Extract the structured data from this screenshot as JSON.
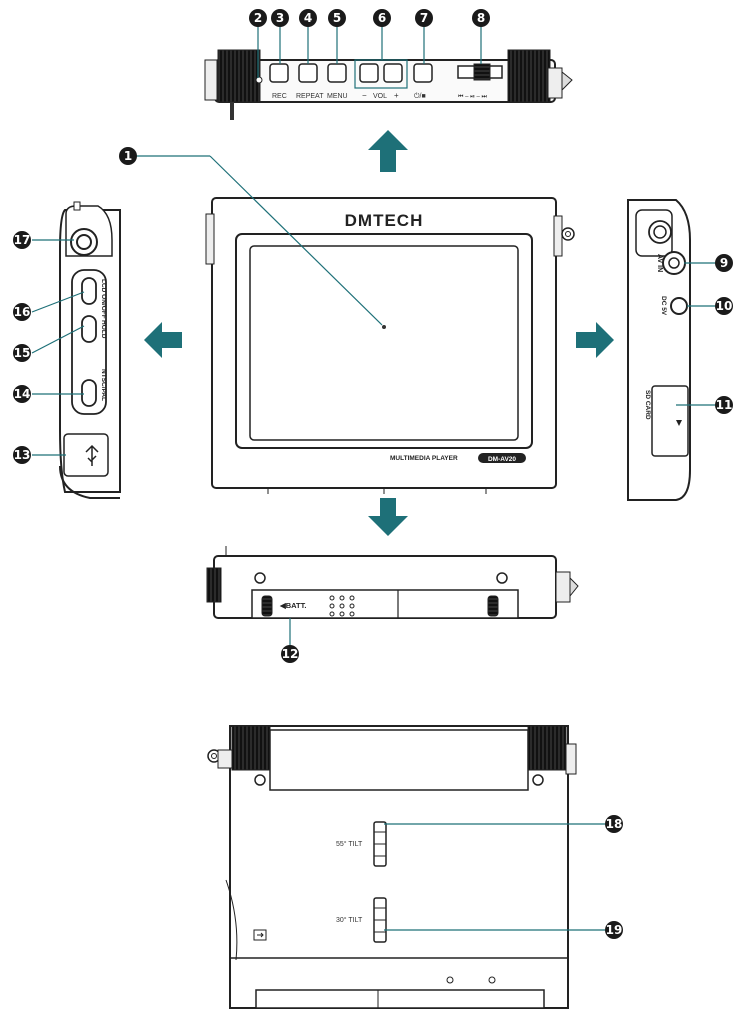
{
  "brand": "DMTECH",
  "product_label": "MULTIMEDIA PLAYER",
  "model_label": "DM-AV20",
  "colors": {
    "callout": "#1a1a1a",
    "arrow": "#1e7078",
    "leader": "#1e7078",
    "body": "#3a3a3a"
  },
  "top_view": {
    "rec": "REC",
    "repeat": "REPEAT",
    "menu": "MENU",
    "vol": "VOL",
    "vol_minus": "−",
    "vol_plus": "+",
    "power_stop": "⏻/■",
    "transport": "⏮ – ⏯ – ⏭"
  },
  "left_view": {
    "lcd": "LCD ON/OFF",
    "hold": "HOLD",
    "ntsc": "NTSC/PAL",
    "usb_icon": "usb-icon"
  },
  "right_view": {
    "av_in": "AV IN",
    "dc": "DC 5V",
    "sd_card": "SD CARD"
  },
  "bottom_view": {
    "batt": "◀BATT."
  },
  "back_view": {
    "tilt55": "55° TILT",
    "tilt30": "30° TILT"
  },
  "callouts": [
    "1",
    "2",
    "3",
    "4",
    "5",
    "6",
    "7",
    "8",
    "9",
    "10",
    "11",
    "12",
    "13",
    "14",
    "15",
    "16",
    "17",
    "18",
    "19"
  ]
}
